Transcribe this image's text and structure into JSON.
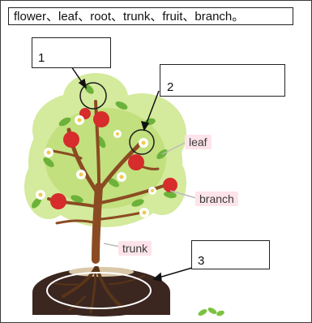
{
  "word_bank": "flower、leaf、root、trunk、fruit、branch。",
  "answer_boxes": [
    {
      "number": "1"
    },
    {
      "number": "2"
    },
    {
      "number": "3"
    }
  ],
  "tree_labels": {
    "leaf": "leaf",
    "branch": "branch",
    "trunk": "trunk"
  },
  "colors": {
    "canopy_light": "#d4ea9c",
    "canopy_mid": "#a9d35a",
    "leaf_dark": "#5ea832",
    "trunk": "#8b4b22",
    "fruit": "#d62c2c",
    "soil": "#3b2620",
    "root": "#5a3518",
    "label_bg": "#fde4ea"
  }
}
